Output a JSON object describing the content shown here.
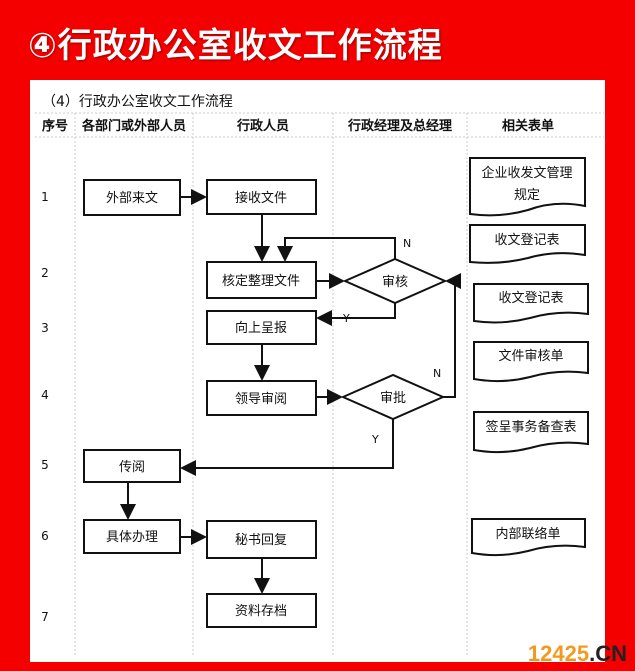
{
  "title": "④行政办公室收文工作流程",
  "subtitle": "（4）行政办公室收文工作流程",
  "columns": [
    "序号",
    "各部门或外部人员",
    "行政人员",
    "行政经理及总经理",
    "相关表单"
  ],
  "rows": [
    "1",
    "2",
    "3",
    "4",
    "5",
    "6",
    "7"
  ],
  "steps": {
    "external": "外部来文",
    "receive": "接收文件",
    "verify": "核定整理文件",
    "review": "审核",
    "report": "向上呈报",
    "leader": "领导审阅",
    "approve": "审批",
    "circulate": "传阅",
    "handle": "具体办理",
    "reply": "秘书回复",
    "archive": "资料存档"
  },
  "labels": {
    "n1": "N",
    "y1": "Y",
    "n2": "N",
    "y2": "Y"
  },
  "forms": [
    "企业收发文管理",
    "规定",
    "收文登记表",
    "收文登记表",
    "文件审核单",
    "签呈事务备查表",
    "内部联络单"
  ],
  "watermark": {
    "num": "12425",
    "suffix": ".CN"
  }
}
